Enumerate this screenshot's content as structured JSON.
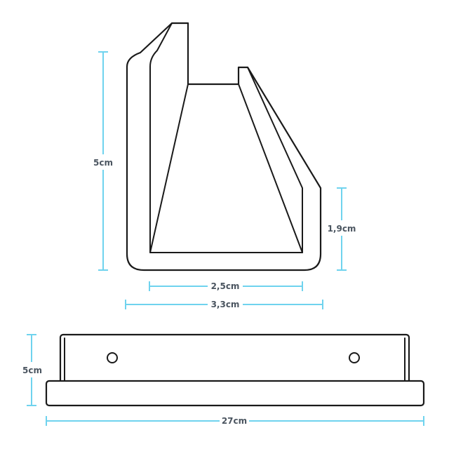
{
  "colors": {
    "dimension": "#6fd3ee",
    "outline": "#1a1a1a",
    "background": "#ffffff"
  },
  "dimensions": {
    "side_height": "5cm",
    "lip_height": "1,9cm",
    "inner_width": "2,5cm",
    "outer_width": "3,3cm",
    "front_height": "5cm",
    "front_length": "27cm"
  }
}
